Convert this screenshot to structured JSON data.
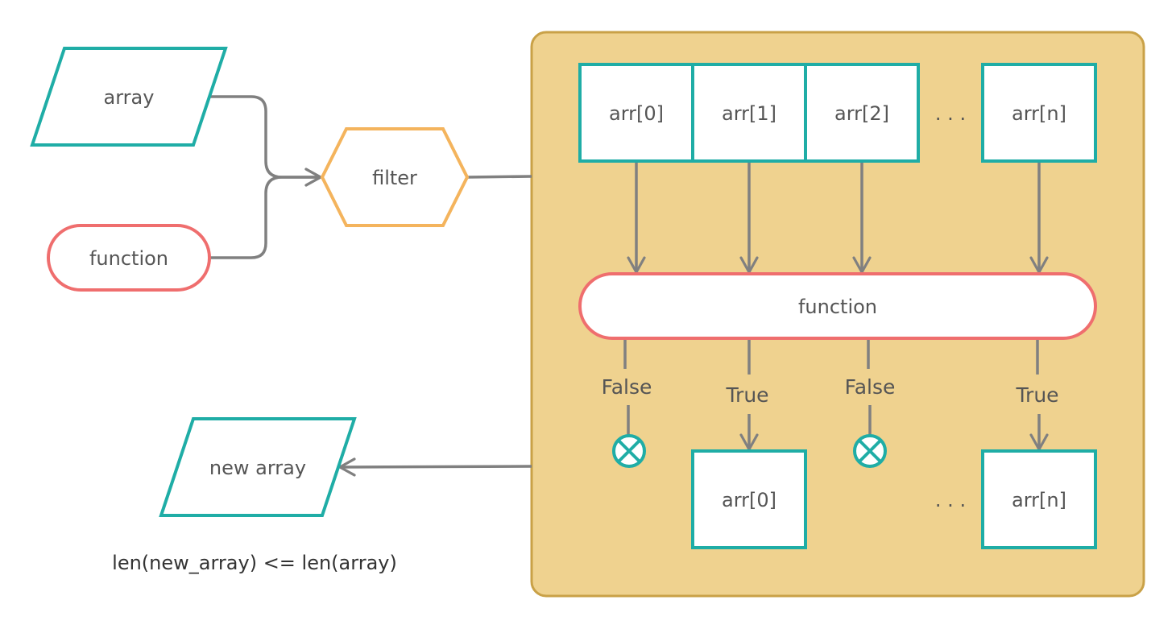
{
  "colors": {
    "teal": "#1fada6",
    "coral": "#ef6e6e",
    "orange": "#f4b45d",
    "panel_fill": "#efd28f",
    "panel_stroke": "#c9a147",
    "arrow": "#808080",
    "text": "#555555"
  },
  "inputs": {
    "array_label": "array",
    "function_label": "function"
  },
  "filter_label": "filter",
  "input_cells": [
    "arr[0]",
    "arr[1]",
    "arr[2]",
    "arr[n]"
  ],
  "ellipsis": ". . .",
  "predicate_label": "function",
  "results": [
    "False",
    "True",
    "False",
    "True"
  ],
  "output_cells": [
    "arr[0]",
    "arr[n]"
  ],
  "output_label": "new array",
  "note": "len(new_array) <= len(array)",
  "icons": {
    "discard": "circle-x-icon"
  }
}
